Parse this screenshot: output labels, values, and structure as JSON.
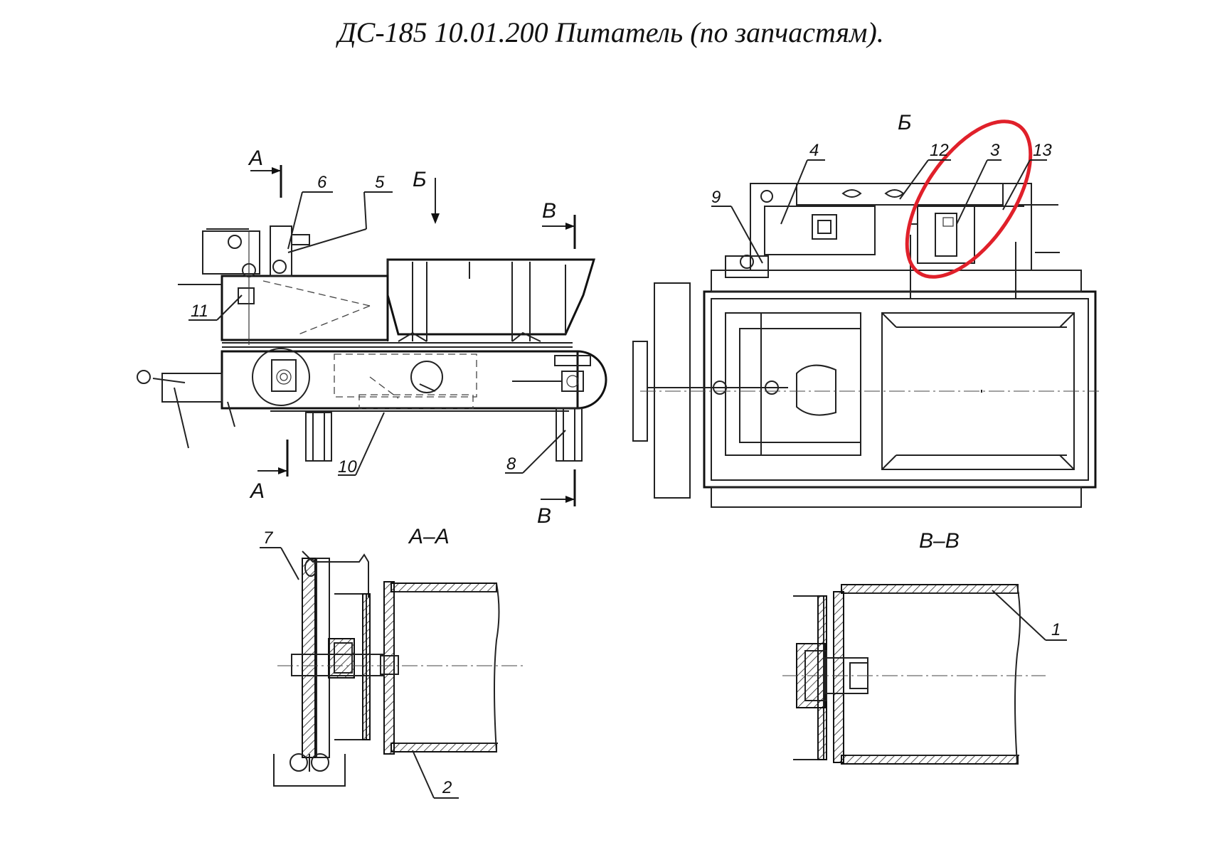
{
  "title": "ДС-185 10.01.200 Питатель (по запчастям).",
  "section_labels": {
    "a_top": "А",
    "a_bottom": "А",
    "b_arrow": "Б",
    "b_view": "Б",
    "v_top": "В",
    "v_bottom": "В",
    "aa": "А–А",
    "vv": "В–В"
  },
  "part_labels": {
    "p1": "1",
    "p2": "2",
    "p3": "3",
    "p4": "4",
    "p5": "5",
    "p6": "6",
    "p7": "7",
    "p8": "8",
    "p9": "9",
    "p10": "10",
    "p11": "11",
    "p12": "12",
    "p13": "13"
  },
  "colors": {
    "line": "#222222",
    "highlight": "#e0202a",
    "background": "#ffffff"
  }
}
